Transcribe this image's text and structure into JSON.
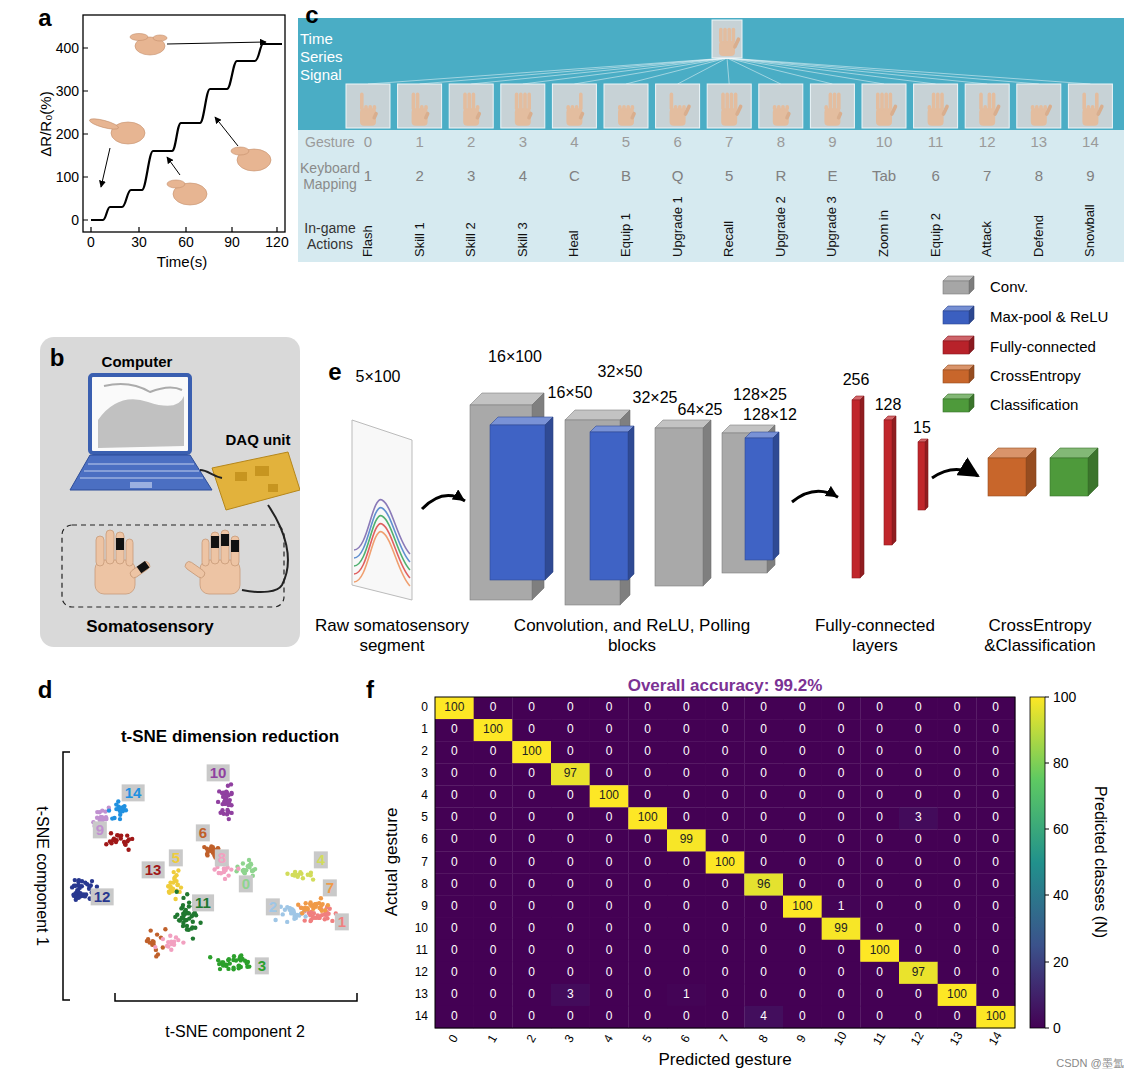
{
  "diagram": {
    "nodes": [
      {
        "text": [
          "Computer",
          "DAQ unit",
          "Somatosensory"
        ]
      },
      {
        "text": [
          "Time Series Signal"
        ]
      },
      {
        "text": [
          "5×100"
        ]
      },
      {
        "text": [
          "16×100"
        ]
      },
      {
        "text": [
          "128×25"
        ]
      },
      {
        "text": [
          "256"
        ]
      }
    ],
    "edges": [
      {
        "from": 2,
        "to": 3,
        "arrow": "to"
      },
      {
        "from": 4,
        "to": 5,
        "arrow": "to"
      }
    ],
    "labels": [
      "a",
      "400",
      "300",
      "200",
      "100",
      "0",
      "0",
      "30",
      "60",
      "90",
      "120",
      "Time(s)",
      "ΔR/R₀(%)",
      "b",
      "c",
      "Gesture",
      "0",
      "1",
      "2",
      "3",
      "4",
      "5",
      "6",
      "7",
      "8",
      "9",
      "10",
      "11",
      "12",
      "13",
      "14",
      "Keyboard Mapping",
      "1",
      "2",
      "3",
      "4",
      "C",
      "B",
      "Q",
      "5",
      "R",
      "E",
      "Tab",
      "6",
      "7",
      "8",
      "9",
      "In-game Actions",
      "Flash",
      "Skill 1",
      "Skill 2",
      "Skill 3",
      "Heal",
      "Equip 1",
      "Upgrade 1",
      "Recall",
      "Upgrade 2",
      "Upgrade 3",
      "Zoom in",
      "Equip 2",
      "Attack",
      "Defend",
      "Snowball",
      "e",
      "16×50",
      "32×50",
      "32×25",
      "64×25",
      "128×12",
      "128",
      "15",
      "Raw somatosensory segment",
      "Convolution, and ReLU, Polling blocks",
      "Fully-connected layers",
      "CrossEntropy &Classification",
      "d",
      "t-SNE dimension reduction",
      "t-SNE component 1",
      "t-SNE component 2",
      "0",
      "1",
      "2",
      "3",
      "4",
      "5",
      "6",
      "7",
      "8",
      "9",
      "10",
      "11",
      "12",
      "13",
      "14",
      "f",
      "Overall accuracy: 99.2%",
      "0",
      "1",
      "2",
      "3",
      "4",
      "5",
      "6",
      "7",
      "8",
      "9",
      "10",
      "11",
      "12",
      "13",
      "14",
      "100",
      "0",
      "0",
      "0",
      "0",
      "0",
      "0",
      "0",
      "0",
      "0",
      "0",
      "0",
      "0",
      "0",
      "0",
      "0",
      "100",
      "0",
      "0",
      "0",
      "0",
      "0",
      "0",
      "0",
      "0",
      "0",
      "0",
      "0",
      "0",
      "0",
      "0",
      "0",
      "100",
      "0",
      "0",
      "0",
      "0",
      "0",
      "0",
      "0",
      "0",
      "0",
      "0",
      "0",
      "0",
      "0",
      "0",
      "0",
      "97",
      "0",
      "0",
      "0",
      "0",
      "0",
      "0",
      "0",
      "0",
      "0",
      "0",
      "0",
      "0",
      "0",
      "0",
      "0",
      "100",
      "0",
      "0",
      "0",
      "0",
      "0",
      "0",
      "0",
      "0",
      "0",
      "0",
      "0",
      "0",
      "0",
      "0",
      "0",
      "100",
      "0",
      "0",
      "0",
      "0",
      "0",
      "0",
      "3",
      "0",
      "0",
      "0",
      "0",
      "0",
      "0",
      "0",
      "0",
      "99",
      "0",
      "0",
      "0",
      "0",
      "0",
      "0",
      "0",
      "0",
      "0",
      "0",
      "0",
      "0",
      "0",
      "0",
      "0",
      "100",
      "0",
      "0",
      "0",
      "0",
      "0",
      "0",
      "0",
      "0",
      "0",
      "0",
      "0",
      "0",
      "0",
      "0",
      "0",
      "96",
      "0",
      "0",
      "0",
      "0",
      "0",
      "0",
      "0",
      "0",
      "0",
      "0",
      "0",
      "0",
      "0",
      "0",
      "0",
      "100",
      "1",
      "0",
      "0",
      "0",
      "0",
      "0",
      "0",
      "0",
      "0",
      "0",
      "0",
      "0",
      "0",
      "0",
      "0",
      "99",
      "0",
      "0",
      "0",
      "0",
      "0",
      "0",
      "0",
      "0",
      "0",
      "0",
      "0",
      "0",
      "0",
      "0",
      "0",
      "100",
      "0",
      "0",
      "0",
      "0",
      "0",
      "0",
      "0",
      "0",
      "0",
      "0",
      "0",
      "0",
      "0",
      "0",
      "0",
      "97",
      "0",
      "0",
      "0",
      "0",
      "0",
      "3",
      "0",
      "0",
      "1",
      "0",
      "0",
      "0",
      "0",
      "0",
      "0",
      "100",
      "0",
      "0",
      "0",
      "0",
      "0",
      "0",
      "0",
      "0",
      "0",
      "4",
      "0",
      "0",
      "0",
      "0",
      "0",
      "100",
      "0",
      "1",
      "2",
      "3",
      "4",
      "5",
      "6",
      "7",
      "8",
      "9",
      "10",
      "11",
      "12",
      "13",
      "14",
      "Actual gesture",
      "Predicted gesture",
      "100",
      "80",
      "60",
      "40",
      "20",
      "0",
      "Predicted classes (N)",
      "CSDN @墨氲"
    ],
    "legend": [
      {
        "text": "Conv.",
        "color": "#a6a6a6"
      },
      {
        "text": "Max-pool & ReLU",
        "color": "#3b5fc0"
      },
      {
        "text": "Fully-connected",
        "color": "#b8222a"
      },
      {
        "text": "CrossEntropy",
        "color": "#c8662b"
      },
      {
        "text": "Classification",
        "color": "#4e9a3b"
      }
    ]
  }
}
